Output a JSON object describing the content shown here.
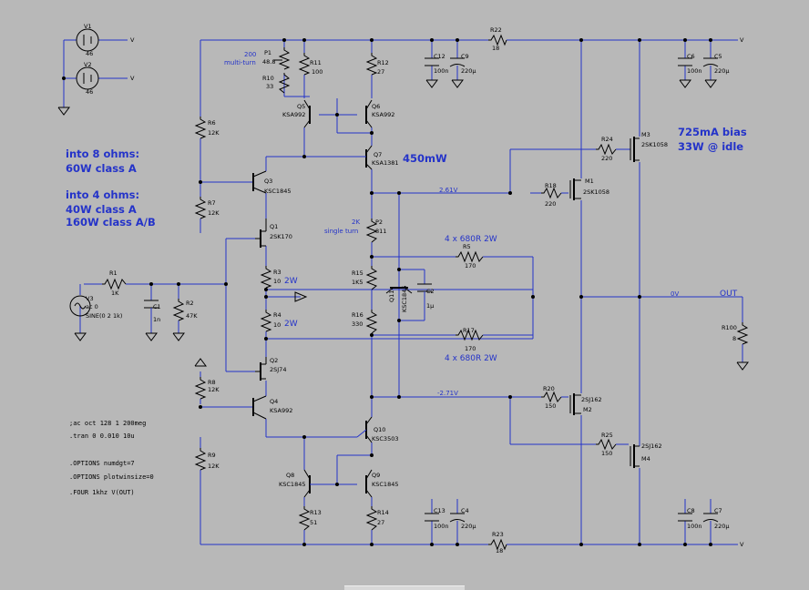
{
  "nets": {
    "top": "V",
    "bottom": "V",
    "out": "OUT"
  },
  "parts": {
    "v1": {
      "name": "V1",
      "value": "46",
      "net": "V"
    },
    "v2": {
      "name": "V2",
      "value": "46",
      "net": "V"
    },
    "v3": {
      "name": "V3",
      "ac": "ac 0",
      "sine": "SINE(0 2 1k)"
    },
    "r1": {
      "name": "R1",
      "value": "1K"
    },
    "r2": {
      "name": "R2",
      "value": "47K"
    },
    "c1": {
      "name": "C1",
      "value": "1n"
    },
    "r6": {
      "name": "R6",
      "value": "12K"
    },
    "r7": {
      "name": "R7",
      "value": "12K"
    },
    "r8": {
      "name": "R8",
      "value": "12K"
    },
    "r9": {
      "name": "R9",
      "value": "12K"
    },
    "p1": {
      "name": "P1",
      "value": "48.8",
      "note1": "200",
      "note2": "multi-turn"
    },
    "r10": {
      "name": "R10",
      "value": "33"
    },
    "r11": {
      "name": "R11",
      "value": "100"
    },
    "r12": {
      "name": "R12",
      "value": "27"
    },
    "q5": {
      "name": "Q5",
      "model": "KSA992"
    },
    "q6": {
      "name": "Q6",
      "model": "KSA992"
    },
    "q7": {
      "name": "Q7",
      "model": "KSA1381"
    },
    "q3": {
      "name": "Q3",
      "model": "KSC1845"
    },
    "q1": {
      "name": "Q1",
      "model": "2SK170"
    },
    "r3": {
      "name": "R3",
      "value": "10"
    },
    "r4": {
      "name": "R4",
      "value": "10"
    },
    "q2": {
      "name": "Q2",
      "model": "2SJ74"
    },
    "q4": {
      "name": "Q4",
      "model": "KSA992"
    },
    "p2": {
      "name": "P2",
      "value": "811",
      "note1": "2K",
      "note2": "single turn"
    },
    "r15": {
      "name": "R15",
      "value": "1K5"
    },
    "r16": {
      "name": "R16",
      "value": "330"
    },
    "q11": {
      "name": "Q11",
      "model": "KSC1845"
    },
    "c2": {
      "name": "C2",
      "value": "1µ"
    },
    "q10": {
      "name": "Q10",
      "model": "KSC3503"
    },
    "q8": {
      "name": "Q8",
      "model": "KSC1845"
    },
    "q9": {
      "name": "Q9",
      "model": "KSC1845"
    },
    "r13": {
      "name": "R13",
      "value": "51"
    },
    "r14": {
      "name": "R14",
      "value": "27"
    },
    "c12": {
      "name": "C12",
      "value": "100n"
    },
    "c9": {
      "name": "C9",
      "value": "220µ"
    },
    "c6": {
      "name": "C6",
      "value": "100n"
    },
    "c5": {
      "name": "C5",
      "value": "220µ"
    },
    "c13": {
      "name": "C13",
      "value": "100n"
    },
    "c4": {
      "name": "C4",
      "value": "220µ"
    },
    "c8": {
      "name": "C8",
      "value": "100n"
    },
    "c7": {
      "name": "C7",
      "value": "220µ"
    },
    "r22": {
      "name": "R22",
      "value": "18"
    },
    "r23": {
      "name": "R23",
      "value": "18"
    },
    "r24": {
      "name": "R24",
      "value": "220"
    },
    "m3": {
      "name": "M3",
      "model": "2SK1058"
    },
    "r18": {
      "name": "R18",
      "value": "220"
    },
    "m1": {
      "name": "M1",
      "model": "2SK1058"
    },
    "r20": {
      "name": "R20",
      "value": "150"
    },
    "m2": {
      "name": "M2",
      "model": "2SJ162"
    },
    "r25": {
      "name": "R25",
      "value": "150"
    },
    "m4": {
      "name": "M4",
      "model": "2SJ162"
    },
    "r5": {
      "name": "R5",
      "value": "170"
    },
    "r17": {
      "name": "R17",
      "value": "170"
    },
    "r100": {
      "name": "R100",
      "value": "8"
    }
  },
  "notes": {
    "eight_title": "into 8 ohms:",
    "eight_1": "60W class A",
    "four_title": "into 4 ohms:",
    "four_1": "40W class A",
    "four_2": "160W class A/B",
    "bias": "725mA bias",
    "idle": "33W @ idle",
    "q7_power": "450mW",
    "r3_power": "2W",
    "r4_power": "2W",
    "r5_array": "4 x 680R 2W",
    "r17_array": "4 x 680R 2W",
    "pos_bias_v": "2.61V",
    "neg_bias_v": "-2.71V",
    "zero_v": "0V"
  },
  "directives": [
    ";ac oct 128 1 200meg",
    ".tran 0 0.010 10u",
    ".OPTIONS numdgt=7",
    ".OPTIONS plotwinsize=0",
    ".FOUR 1khz V(OUT)"
  ],
  "colors": {
    "background": "#b8b8b8",
    "wire": "#2433c9",
    "component": "#000000",
    "annotation": "#2433c9"
  }
}
